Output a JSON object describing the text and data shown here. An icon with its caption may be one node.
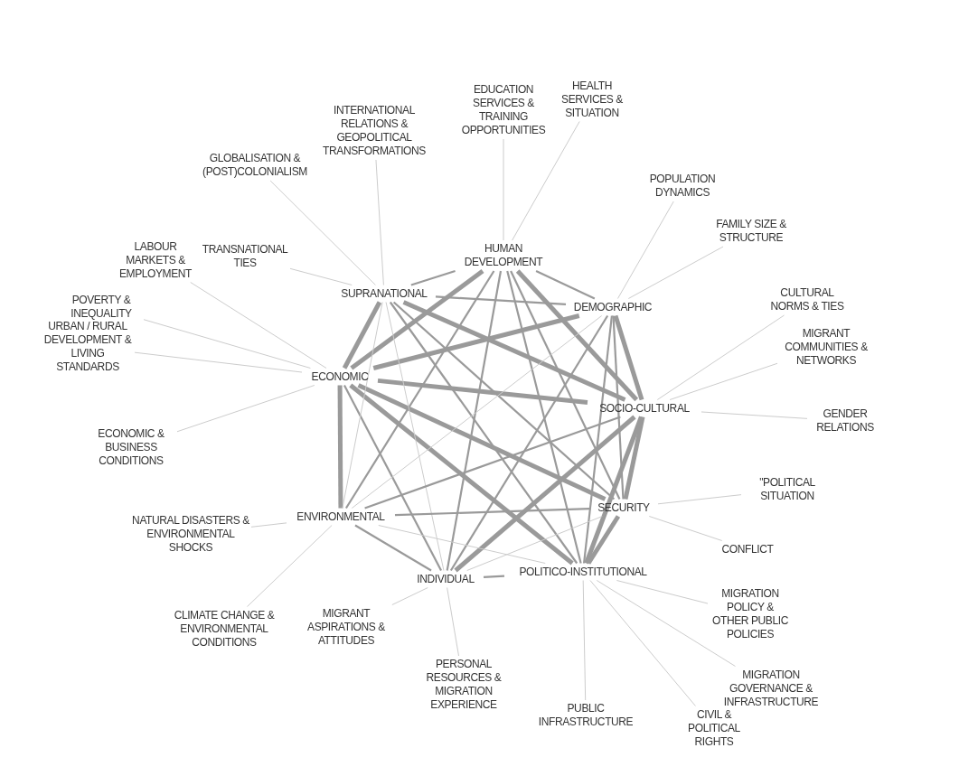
{
  "diagram": {
    "nodes": [
      {
        "text": [
          "HUMAN DEVELOPMENT"
        ]
      },
      {
        "text": [
          "SUPRANATIONAL"
        ]
      },
      {
        "text": [
          "DEMOGRAPHIC"
        ]
      },
      {
        "text": [
          "ECONOMIC"
        ]
      },
      {
        "text": [
          "SOCIO-CULTURAL"
        ]
      },
      {
        "text": [
          "SECURITY"
        ]
      },
      {
        "text": [
          "ENVIRONMENTAL"
        ]
      },
      {
        "text": [
          "INDIVIDUAL"
        ]
      },
      {
        "text": [
          "POLITICO-INSTITUTIONAL"
        ]
      },
      {
        "text": [
          "EDUCATION SERVICES & TRAINING OPPORTUNITIES"
        ]
      },
      {
        "text": [
          "HEALTH SERVICES & SITUATION"
        ]
      },
      {
        "text": [
          "INTERNATIONAL RELATIONS & GEOPOLITICAL TRANSFORMATIONS"
        ]
      },
      {
        "text": [
          "GLOBALISATION & (POST)COLONIALISM"
        ]
      },
      {
        "text": [
          "POPULATION DYNAMICS"
        ]
      },
      {
        "text": [
          "FAMILY SIZE & STRUCTURE"
        ]
      },
      {
        "text": [
          "LABOUR MARKETS & EMPLOYMENT"
        ]
      },
      {
        "text": [
          "TRANSNATIONAL TIES"
        ]
      },
      {
        "text": [
          "POVERTY & INEQUALITY"
        ]
      },
      {
        "text": [
          "CULTURAL NORMS & TIES"
        ]
      },
      {
        "text": [
          "URBAN / RURAL DEVELOPMENT & LIVING STANDARDS"
        ]
      },
      {
        "text": [
          "MIGRANT COMMUNITIES & NETWORKS"
        ]
      },
      {
        "text": [
          "GENDER RELATIONS"
        ]
      },
      {
        "text": [
          "ECONOMIC & BUSINESS CONDITIONS"
        ]
      },
      {
        "text": [
          "\"POLITICAL SITUATION"
        ]
      },
      {
        "text": [
          "NATURAL DISASTERS & ENVIRONMENTAL SHOCKS"
        ]
      },
      {
        "text": [
          "CONFLICT"
        ]
      },
      {
        "text": [
          "MIGRATION POLICY & OTHER PUBLIC POLICIES"
        ]
      },
      {
        "text": [
          "CLIMATE CHANGE & ENVIRONMENTAL CONDITIONS"
        ]
      },
      {
        "text": [
          "MIGRANT ASPIRATIONS & ATTITUDES"
        ]
      },
      {
        "text": [
          "PERSONAL RESOURCES & MIGRATION EXPERIENCE"
        ]
      },
      {
        "text": [
          "MIGRATION GOVERNANCE & INFRASTRUCTURE"
        ]
      },
      {
        "text": [
          "PUBLIC INFRASTRUCTURE"
        ]
      },
      {
        "text": [
          "CIVIL & POLITICAL RIGHTS"
        ]
      }
    ],
    "edges": [
      {
        "from": 3,
        "to": 0,
        "arrow": "none",
        "style": "thick",
        "color": "#9a9a9a"
      },
      {
        "from": 3,
        "to": 1,
        "arrow": "none",
        "style": "thick",
        "color": "#9a9a9a"
      },
      {
        "from": 3,
        "to": 2,
        "arrow": "none",
        "style": "thick",
        "color": "#9a9a9a"
      },
      {
        "from": 3,
        "to": 4,
        "arrow": "none",
        "style": "thick",
        "color": "#9a9a9a"
      },
      {
        "from": 3,
        "to": 5,
        "arrow": "none",
        "style": "thick",
        "color": "#9a9a9a"
      },
      {
        "from": 3,
        "to": 6,
        "arrow": "none",
        "style": "thick",
        "color": "#9a9a9a"
      },
      {
        "from": 3,
        "to": 7,
        "arrow": "none",
        "color": "#9a9a9a"
      },
      {
        "from": 3,
        "to": 8,
        "arrow": "none",
        "style": "thick",
        "color": "#9a9a9a"
      },
      {
        "from": 0,
        "to": 1,
        "arrow": "none",
        "color": "#9a9a9a"
      },
      {
        "from": 0,
        "to": 2,
        "arrow": "none",
        "color": "#9a9a9a"
      },
      {
        "from": 0,
        "to": 4,
        "arrow": "none",
        "style": "thick",
        "color": "#9a9a9a"
      },
      {
        "from": 0,
        "to": 5,
        "arrow": "none",
        "color": "#9a9a9a"
      },
      {
        "from": 0,
        "to": 6,
        "arrow": "none",
        "color": "#9a9a9a"
      },
      {
        "from": 0,
        "to": 7,
        "arrow": "none",
        "color": "#9a9a9a"
      },
      {
        "from": 0,
        "to": 8,
        "arrow": "none",
        "color": "#9a9a9a"
      },
      {
        "from": 1,
        "to": 2,
        "arrow": "none",
        "color": "#9a9a9a"
      },
      {
        "from": 1,
        "to": 4,
        "arrow": "none",
        "style": "thick",
        "color": "#9a9a9a"
      },
      {
        "from": 1,
        "to": 5,
        "arrow": "none",
        "color": "#9a9a9a"
      },
      {
        "from": 1,
        "to": 6,
        "arrow": "none"
      },
      {
        "from": 1,
        "to": 7,
        "arrow": "none"
      },
      {
        "from": 1,
        "to": 8,
        "arrow": "none",
        "color": "#9a9a9a"
      },
      {
        "from": 2,
        "to": 4,
        "arrow": "none",
        "style": "thick",
        "color": "#9a9a9a"
      },
      {
        "from": 2,
        "to": 5,
        "arrow": "none",
        "color": "#9a9a9a"
      },
      {
        "from": 2,
        "to": 6,
        "arrow": "none"
      },
      {
        "from": 2,
        "to": 7,
        "arrow": "none",
        "color": "#9a9a9a"
      },
      {
        "from": 2,
        "to": 8,
        "arrow": "none",
        "color": "#9a9a9a"
      },
      {
        "from": 4,
        "to": 5,
        "arrow": "none",
        "style": "thick",
        "color": "#9a9a9a"
      },
      {
        "from": 4,
        "to": 6,
        "arrow": "none",
        "color": "#9a9a9a"
      },
      {
        "from": 4,
        "to": 7,
        "arrow": "none",
        "style": "thick",
        "color": "#9a9a9a"
      },
      {
        "from": 4,
        "to": 8,
        "arrow": "none",
        "style": "thick",
        "color": "#9a9a9a"
      },
      {
        "from": 5,
        "to": 6,
        "arrow": "none",
        "color": "#9a9a9a"
      },
      {
        "from": 5,
        "to": 7,
        "arrow": "none"
      },
      {
        "from": 5,
        "to": 8,
        "arrow": "none",
        "style": "thick",
        "color": "#9a9a9a"
      },
      {
        "from": 6,
        "to": 7,
        "arrow": "none",
        "color": "#9a9a9a"
      },
      {
        "from": 6,
        "to": 8,
        "arrow": "none"
      },
      {
        "from": 7,
        "to": 8,
        "arrow": "none",
        "color": "#9a9a9a"
      },
      {
        "from": 9,
        "to": 0,
        "arrow": "none"
      },
      {
        "from": 10,
        "to": 0,
        "arrow": "none"
      },
      {
        "from": 11,
        "to": 1,
        "arrow": "none"
      },
      {
        "from": 12,
        "to": 1,
        "arrow": "none"
      },
      {
        "from": 13,
        "to": 2,
        "arrow": "none"
      },
      {
        "from": 14,
        "to": 2,
        "arrow": "none"
      },
      {
        "from": 15,
        "to": 3,
        "arrow": "none"
      },
      {
        "from": 16,
        "to": 1,
        "arrow": "none"
      },
      {
        "from": 17,
        "to": 3,
        "arrow": "none"
      },
      {
        "from": 18,
        "to": 4,
        "arrow": "none"
      },
      {
        "from": 19,
        "to": 3,
        "arrow": "none"
      },
      {
        "from": 20,
        "to": 4,
        "arrow": "none"
      },
      {
        "from": 21,
        "to": 4,
        "arrow": "none"
      },
      {
        "from": 22,
        "to": 3,
        "arrow": "none"
      },
      {
        "from": 23,
        "to": 5,
        "arrow": "none"
      },
      {
        "from": 24,
        "to": 6,
        "arrow": "none"
      },
      {
        "from": 25,
        "to": 5,
        "arrow": "none"
      },
      {
        "from": 26,
        "to": 8,
        "arrow": "none"
      },
      {
        "from": 27,
        "to": 6,
        "arrow": "none"
      },
      {
        "from": 28,
        "to": 7,
        "arrow": "none"
      },
      {
        "from": 29,
        "to": 7,
        "arrow": "none"
      },
      {
        "from": 30,
        "to": 8,
        "arrow": "none"
      },
      {
        "from": 31,
        "to": 8,
        "arrow": "none"
      },
      {
        "from": 32,
        "to": 8,
        "arrow": "none"
      }
    ]
  }
}
